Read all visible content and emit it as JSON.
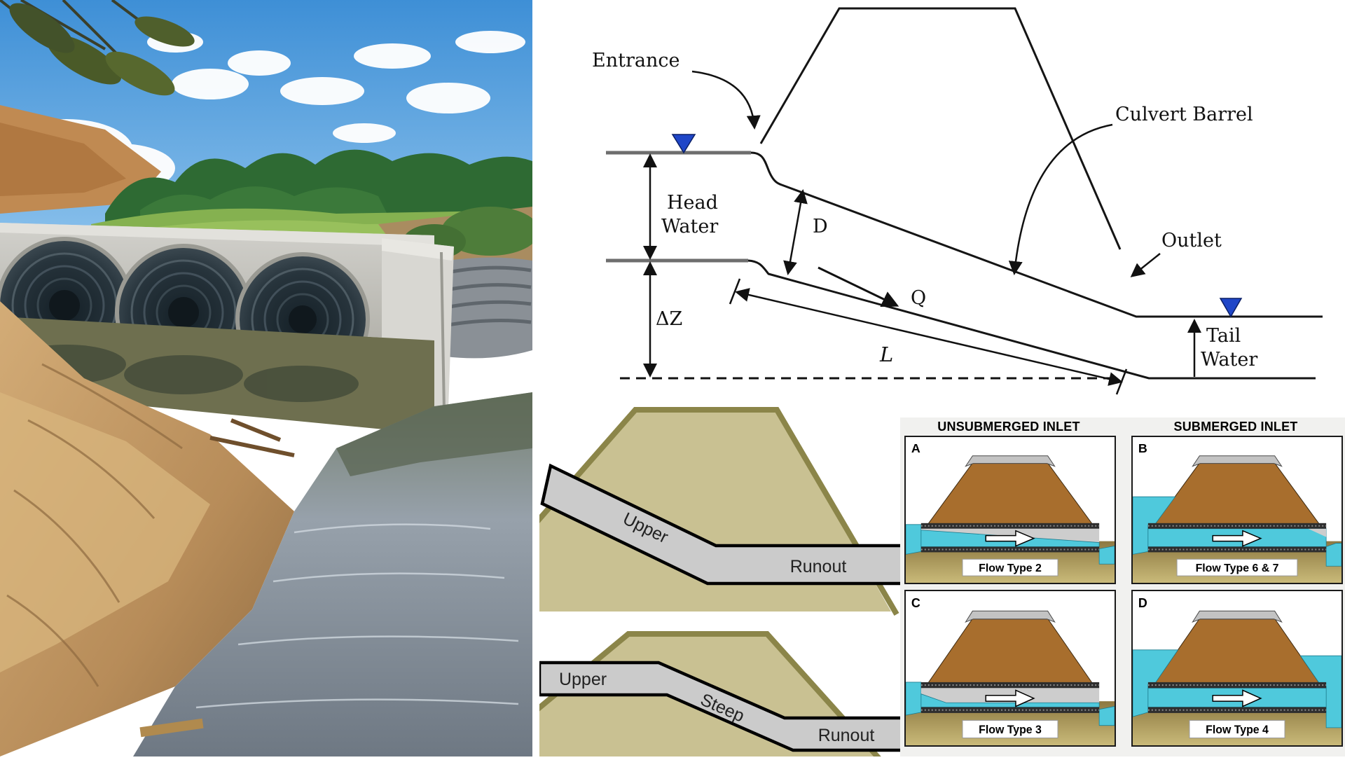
{
  "culvert_diagram": {
    "entrance": "Entrance",
    "culvert_barrel": "Culvert Barrel",
    "head_water_line1": "Head",
    "head_water_line2": "Water",
    "depth_label": "D",
    "discharge_label": "Q",
    "delta_z_label": "ΔZ",
    "length_label": "L",
    "outlet": "Outlet",
    "tail_water_line1": "Tail",
    "tail_water_line2": "Water"
  },
  "slope_profiles": [
    {
      "labels": [
        "Upper",
        "Runout"
      ]
    },
    {
      "labels": [
        "Upper",
        "Steep",
        "Runout"
      ]
    }
  ],
  "flow_figure": {
    "headers": [
      "UNSUBMERGED INLET",
      "SUBMERGED INLET"
    ],
    "panels": [
      {
        "letter": "A",
        "label": "Flow Type 2",
        "variant": "A"
      },
      {
        "letter": "B",
        "label": "Flow Type 6 & 7",
        "variant": "B"
      },
      {
        "letter": "C",
        "label": "Flow Type 3",
        "variant": "C"
      },
      {
        "letter": "D",
        "label": "Flow Type 4",
        "variant": "D"
      }
    ]
  },
  "colors": {
    "water_cyan": "#4FC9DC",
    "water_edge": "#1E7D8F",
    "embankment_brown": "#A86E2D",
    "ground_tan_dark": "#8D7841",
    "ground_tan_light": "#C9BA79",
    "slope_khaki": "#C9C192",
    "slope_olive_border": "#8B8549",
    "band_grey": "#CBCBCB",
    "marker_blue": "#1F46C8",
    "figure_bg": "#F1F1EF"
  }
}
